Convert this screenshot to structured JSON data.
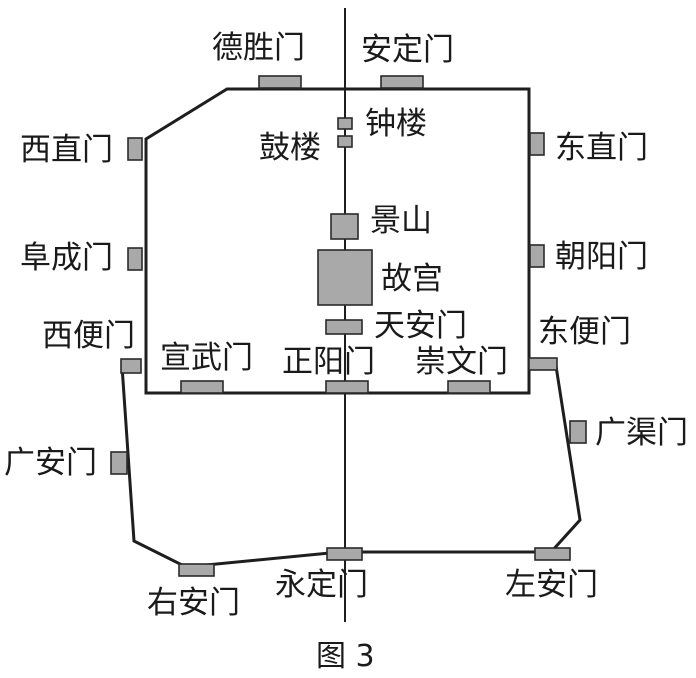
{
  "caption": "图 3",
  "labels": {
    "deshengmen": "德胜门",
    "andingmen": "安定门",
    "zhonglou": "钟楼",
    "gulou": "鼓楼",
    "xizhimen": "西直门",
    "dongzhimen": "东直门",
    "jingshan": "景山",
    "fuchengmen": "阜成门",
    "chaoyangmen": "朝阳门",
    "gugong": "故宫",
    "tiananmen": "天安门",
    "xibianmen": "西便门",
    "dongbianmen": "东便门",
    "xuanwumen": "宣武门",
    "zhengyangmen": "正阳门",
    "chongwenmen": "崇文门",
    "guanganmen": "广安门",
    "guangqumen": "广渠门",
    "youanmen": "右安门",
    "yongdingmen": "永定门",
    "zuoanmen": "左安门"
  },
  "colors": {
    "line": "#1e1e1e",
    "gate_fill": "#a9a9a9"
  }
}
